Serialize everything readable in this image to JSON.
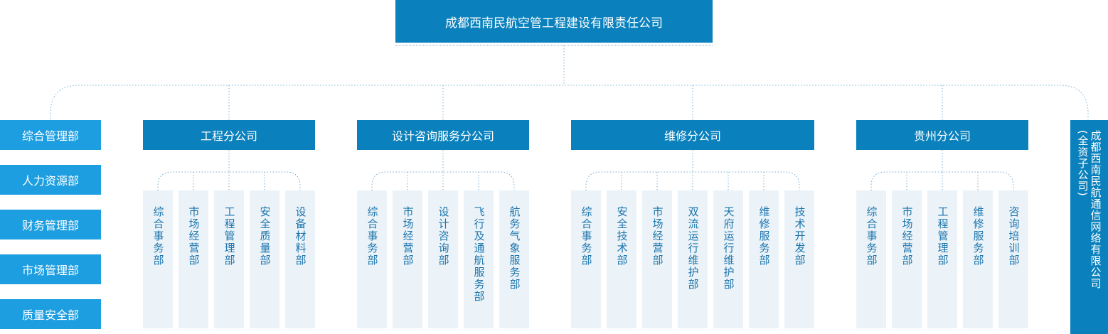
{
  "root": {
    "title": "成都西南民航空管工程建设有限责任公司"
  },
  "side_departments": [
    "综合管理部",
    "人力资源部",
    "财务管理部",
    "市场管理部",
    "质量安全部"
  ],
  "branches": [
    {
      "name": "工程分公司",
      "departments": [
        "综合事务部",
        "市场经营部",
        "工程管理部",
        "安全质量部",
        "设备材料部"
      ]
    },
    {
      "name": "设计咨询服务分公司",
      "departments": [
        "综合事务部",
        "市场经营部",
        "设计咨询部",
        "飞行及通航服务部",
        "航务气象服务部"
      ]
    },
    {
      "name": "维修分公司",
      "departments": [
        "综合事务部",
        "安全技术部",
        "市场经营部",
        "双流运行维护部",
        "天府运行维护部",
        "维修服务部",
        "技术开发部"
      ]
    },
    {
      "name": "贵州分公司",
      "departments": [
        "综合事务部",
        "市场经营部",
        "工程管理部",
        "维修服务部",
        "咨询培训部"
      ]
    }
  ],
  "subsidiary": {
    "line1": "成都西南民航通信网络有限公司",
    "line2": "(全资子公司)"
  },
  "colors": {
    "primary": "#0a81bd",
    "side": "#1d9ee0",
    "dept_bg": "#ecf3f8",
    "dept_text": "#1a74ad",
    "connector": "#7aaed0"
  }
}
